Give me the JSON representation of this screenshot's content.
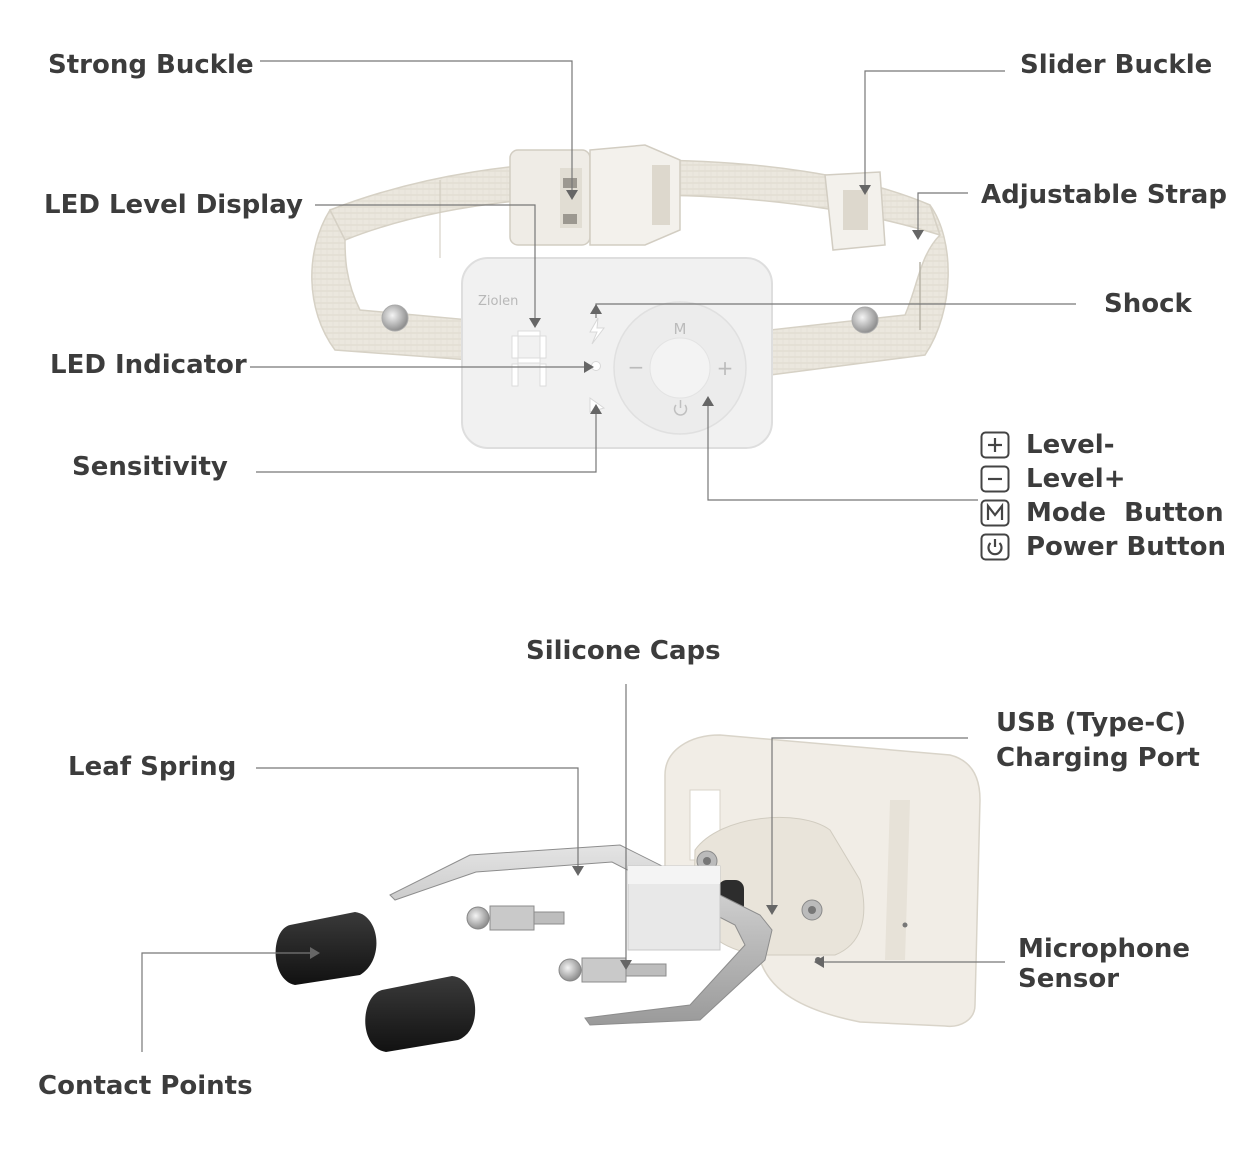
{
  "labels": {
    "strong_buckle": "Strong Buckle",
    "slider_buckle": "Slider Buckle",
    "led_level_display": "LED Level Display",
    "adjustable_strap": "Adjustable Strap",
    "shock": "Shock",
    "led_indicator": "LED Indicator",
    "sensitivity": "Sensitivity",
    "silicone_caps": "Silicone Caps",
    "leaf_spring": "Leaf Spring",
    "usb_line1": "USB (Type-C)",
    "usb_line2": "Charging Port",
    "microphone_line1": "Microphone",
    "microphone_line2": "Sensor",
    "contact_points": "Contact Points"
  },
  "legend": [
    {
      "icon": "plus-icon",
      "text": "Level-"
    },
    {
      "icon": "minus-icon",
      "text": "Level+"
    },
    {
      "icon": "mode-m-icon",
      "text": "Mode  Button"
    },
    {
      "icon": "power-icon",
      "text": "Power Button"
    }
  ],
  "device": {
    "brand": "Ziolen",
    "mode_key": "M",
    "minus_key": "−",
    "plus_key": "+"
  },
  "colors": {
    "label_text": "#3c3c3c",
    "leader_line": "#777777",
    "strap": "#ece8df",
    "device_body": "#f0f0f0"
  }
}
